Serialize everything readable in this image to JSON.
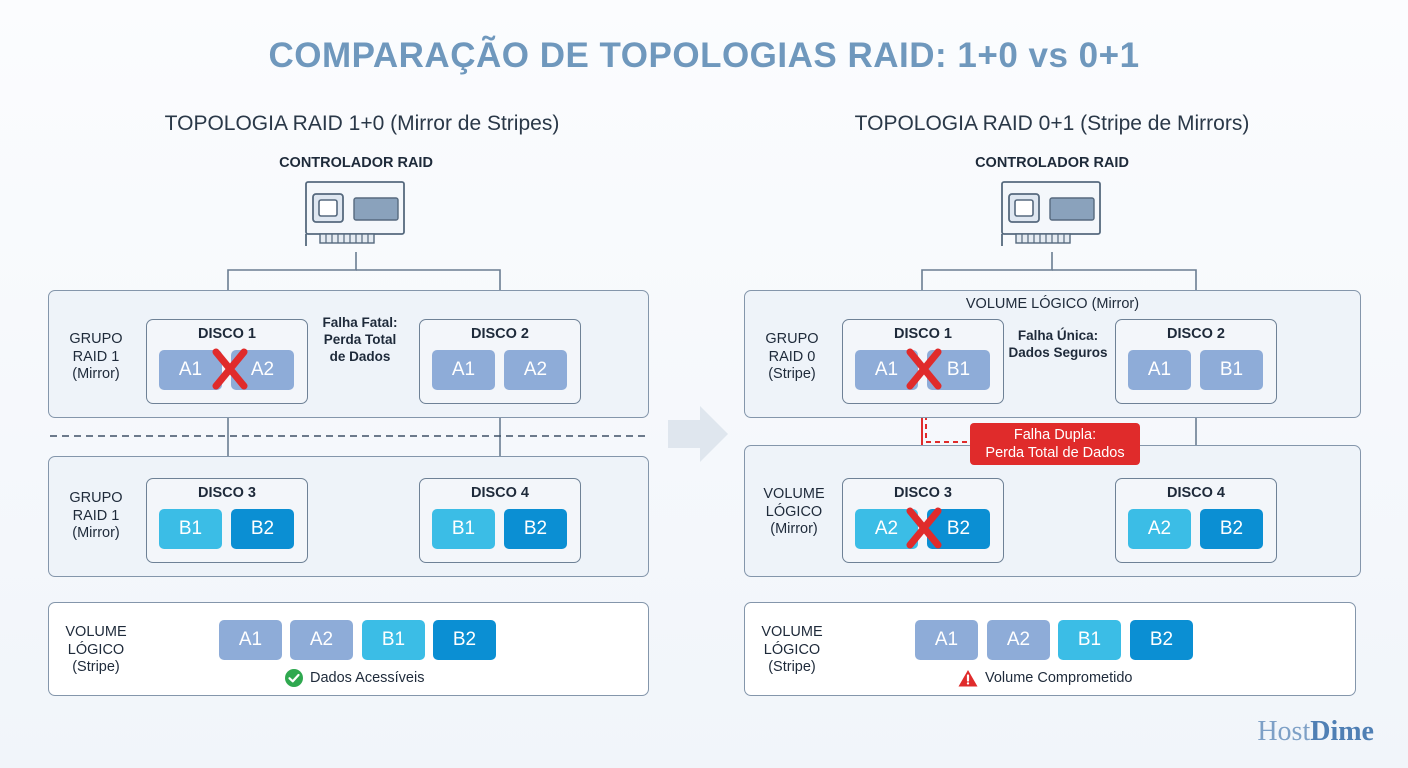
{
  "title": "COMPARAÇÃO DE TOPOLOGIAS RAID: 1+0 vs 0+1",
  "left": {
    "subtitle": "TOPOLOGIA RAID 1+0 (Mirror de Stripes)",
    "controller": "CONTROLADOR RAID",
    "group1_label": "GRUPO\nRAID 1\n(Mirror)",
    "group2_label": "GRUPO\nRAID 1\n(Mirror)",
    "disk1": {
      "title": "DISCO 1",
      "blocks": [
        "A1",
        "A2"
      ]
    },
    "disk2": {
      "title": "DISCO 2",
      "blocks": [
        "A1",
        "A2"
      ]
    },
    "disk3": {
      "title": "DISCO 3",
      "blocks": [
        "B1",
        "B2"
      ]
    },
    "disk4": {
      "title": "DISCO 4",
      "blocks": [
        "B1",
        "B2"
      ]
    },
    "annotation": "Falha Fatal:\nPerda Total\nde Dados",
    "volume_label": "VOLUME\nLÓGICO\n(Stripe)",
    "volume_blocks": [
      "A1",
      "A2",
      "B1",
      "B2"
    ],
    "status": "Dados Acessíveis"
  },
  "right": {
    "subtitle": "TOPOLOGIA RAID 0+1 (Stripe de Mirrors)",
    "controller": "CONTROLADOR RAID",
    "mirror_title": "VOLUME LÓGICO (Mirror)",
    "group1_label": "GRUPO\nRAID 0\n(Stripe)",
    "group2_label": "VOLUME\nLÓGICO\n(Mirror)",
    "disk1": {
      "title": "DISCO 1",
      "blocks": [
        "A1",
        "B1"
      ]
    },
    "disk2": {
      "title": "DISCO 2",
      "blocks": [
        "A1",
        "B1"
      ]
    },
    "disk3": {
      "title": "DISCO 3",
      "blocks": [
        "A2",
        "B2"
      ]
    },
    "disk4": {
      "title": "DISCO 4",
      "blocks": [
        "A2",
        "B2"
      ]
    },
    "annotation": "Falha Única:\nDados Seguros",
    "badge": "Falha Dupla:\nPerda Total de Dados",
    "volume_label": "VOLUME\nLÓGICO\n(Stripe)",
    "volume_blocks": [
      "A1",
      "A2",
      "B1",
      "B2"
    ],
    "status": "Volume Comprometido"
  },
  "logo": {
    "part1": "Host",
    "part2": "Dime"
  },
  "colors": {
    "title": "#6f98bd",
    "block_a": "#8eacd8",
    "block_b1": "#3bbde6",
    "block_b2": "#0b8fd3",
    "failure": "#e02b2b",
    "ok": "#2fa84f"
  },
  "icons": [
    "raid-controller-card-icon",
    "failure-x-icon",
    "check-circle-icon",
    "warning-triangle-icon",
    "right-arrow-icon"
  ]
}
